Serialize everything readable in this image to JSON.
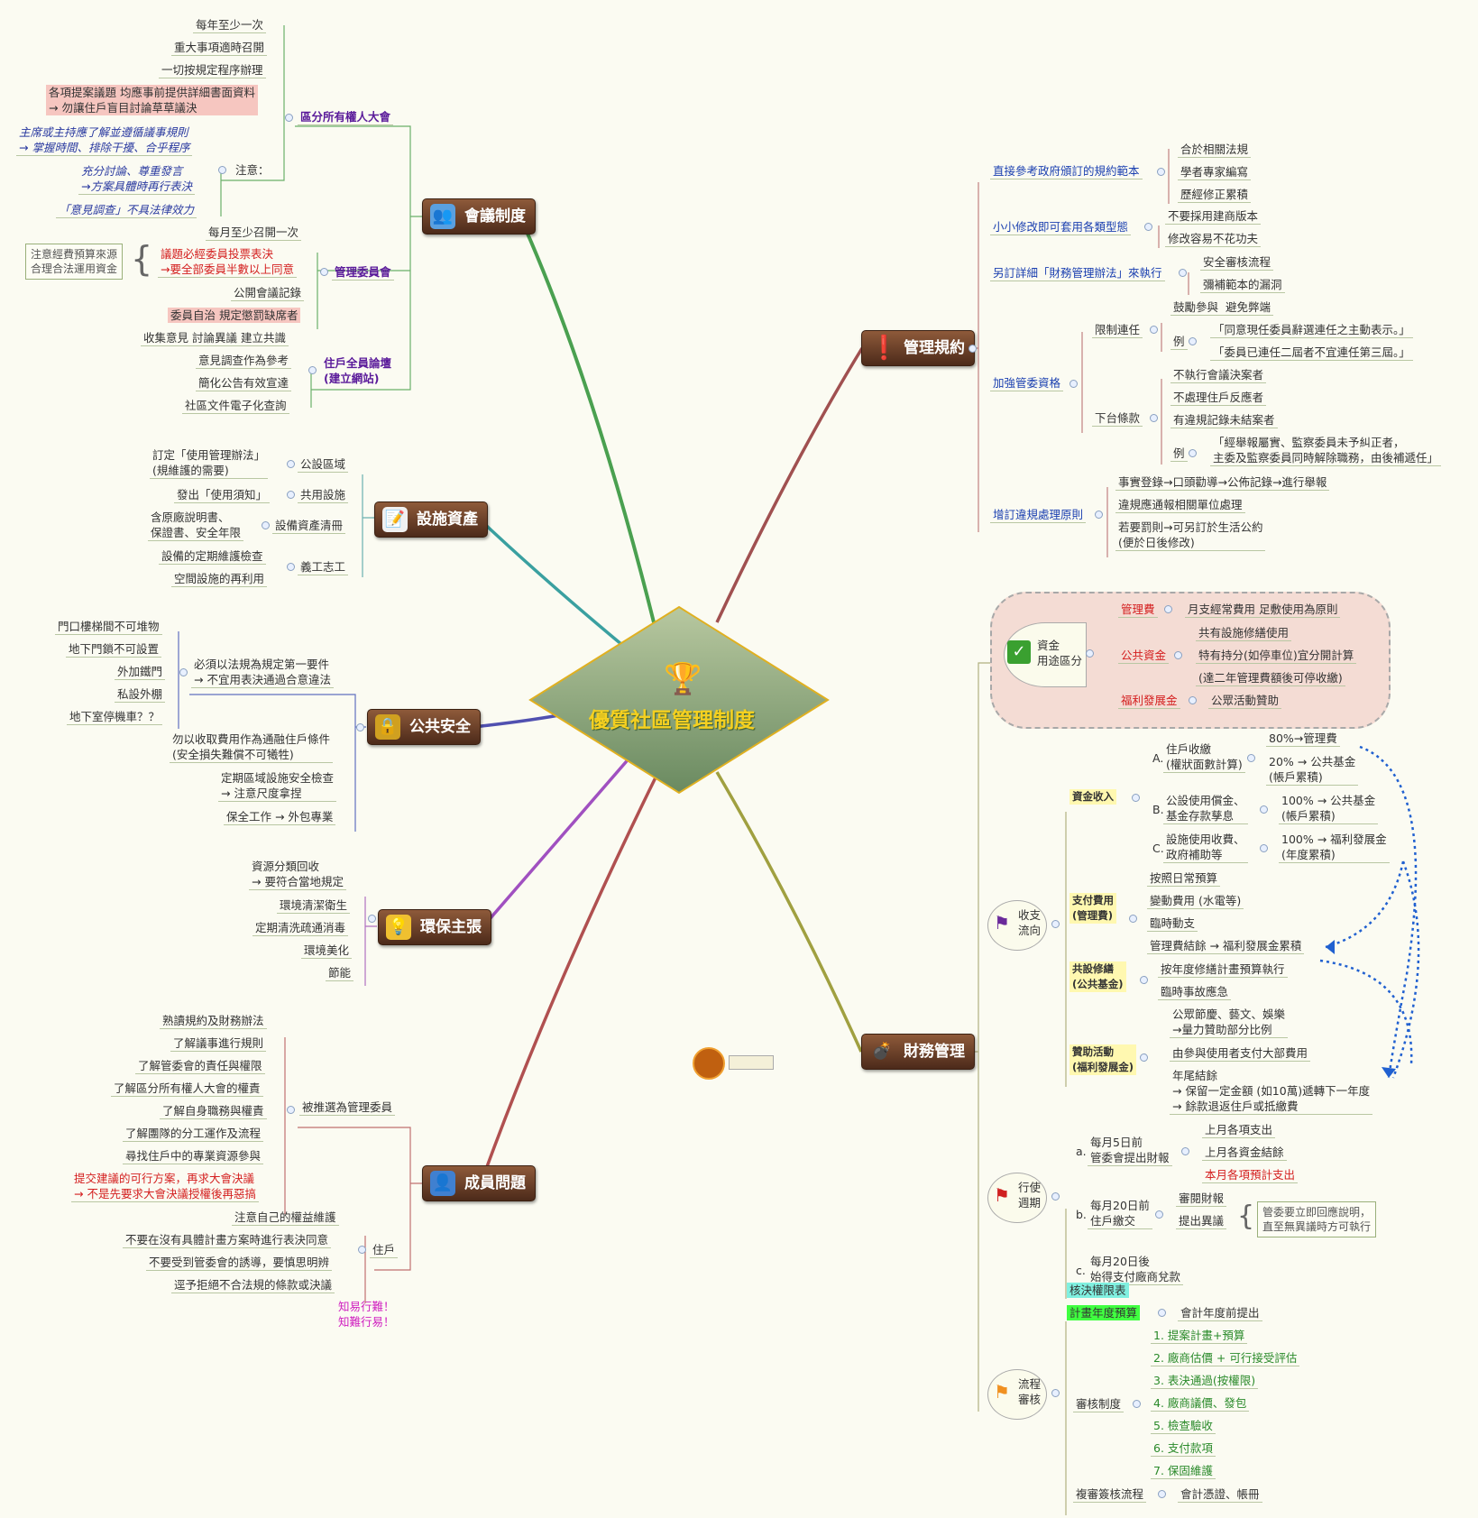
{
  "center": {
    "title": "優質社區管理制度"
  },
  "topics": {
    "meeting": "會議制度",
    "facility": "設施資產",
    "safety": "公共安全",
    "eco": "環保主張",
    "member": "成員問題",
    "rules": "管理規約",
    "finance": "財務管理"
  },
  "meeting": {
    "assembly": "區分所有權人大會",
    "a1": "每年至少一次",
    "a2": "重大事項適時召開",
    "a3": "一切按規定程序辦理",
    "a4": "各項提案議題 均應事前提供詳細書面資料\n→ 勿讓住戶盲目討論草草議決",
    "note": "注意：",
    "n1": "主席或主持應了解並遵循議事規則\n→ 掌握時間、排除干擾、合乎程序",
    "n2": "充分討論、尊重發言\n→方案具體時再行表決",
    "n3": "「意見調查」不具法律效力",
    "committee": "管理委員會",
    "c1": "每月至少召開一次",
    "c2": "議題必經委員投票表決\n→要全部委員半數以上同意",
    "c3": "公開會議記錄",
    "c4": "委員自治 規定懲罰缺席者",
    "budgetnote": "注意經費預算來源\n合理合法運用資金",
    "forum": "住戶全員論壇\n(建立網站)",
    "f1": "收集意見 討論異議 建立共識",
    "f2": "意見調查作為參考",
    "f3": "簡化公告有效宣達",
    "f4": "社區文件電子化查詢"
  },
  "facility": {
    "p1": "公設區域",
    "p1a": "訂定「使用管理辦法」\n(規維護的需要)",
    "p2": "共用設施",
    "p2a": "發出「使用須知」",
    "p3": "設備資產清冊",
    "p3a": "含原廠說明書、\n保證書、安全年限",
    "p4": "義工志工",
    "p4a": "設備的定期維護檢查",
    "p4b": "空間設施的再利用"
  },
  "safety": {
    "law": "必須以法規為規定第一要件\n→ 不宜用表決通過合意違法",
    "l1": "門口樓梯間不可堆物",
    "l2": "地下門鎖不可設置",
    "l3": "外加鐵門",
    "l4": "私設外棚",
    "l5": "地下室停機車？？",
    "s2": "勿以收取費用作為通融住戶條件\n(安全損失難償不可犧牲)",
    "s3": "定期區域設施安全檢查\n→ 注意尺度拿捏",
    "s4": "保全工作 → 外包專業"
  },
  "eco": {
    "e1": "資源分類回收\n→ 要符合當地規定",
    "e2": "環境清潔衛生",
    "e3": "定期清洗疏通消毒",
    "e4": "環境美化",
    "e5": "節能"
  },
  "member": {
    "elected": "被推選為管理委員",
    "m1": "熟讀規約及財務辦法",
    "m2": "了解議事進行規則",
    "m3": "了解管委會的責任與權限",
    "m4": "了解區分所有權人大會的權責",
    "m5": "了解自身職務與權責",
    "m6": "了解團隊的分工運作及流程",
    "m7": "尋找住戶中的專業資源參與",
    "m8": "提交建議的可行方案，再求大會決議\n→ 不是先要求大會決議授權後再惡搞",
    "resident": "住戶",
    "r1": "注意自己的權益維護",
    "r2": "不要在沒有具體計畫方案時進行表決同意",
    "r3": "不要受到管委會的誘導，要慎思明辨",
    "r4": "逕予拒絕不合法規的條款或決議",
    "motto": "知易行難！\n知難行易！"
  },
  "rules": {
    "ref": "直接參考政府頒訂的規約範本",
    "ref1": "合於相關法規",
    "ref2": "學者專家編寫",
    "ref3": "歷經修正累積",
    "mod": "小小修改即可套用各類型態",
    "mod1": "不要採用建商版本",
    "mod2": "修改容易不花功夫",
    "fin": "另訂詳細「財務管理辦法」來執行",
    "fin1": "安全審核流程",
    "fin2": "彌補範本的漏洞",
    "qual": "加強管委資格",
    "limit": "限制連任",
    "lim1": "鼓勵參與  避免弊端",
    "eg": "例",
    "lim2": "「同意現任委員辭選連任之主動表示。」",
    "lim3": "「委員已連任二屆者不宜連任第三屆。」",
    "down": "下台條款",
    "d1": "不執行會議決案者",
    "d2": "不處理住戶反應者",
    "d3": "有違規記錄未結案者",
    "d4": "「經舉報屬實、監察委員未予糾正者，\n主委及監察委員同時解除職務，由後補遞任」",
    "viol": "增訂違規處理原則",
    "v1": "事實登錄→口頭勸導→公佈記錄→進行舉報",
    "v2": "違規應通報相關單位處理",
    "v3": "若要罰則→可另訂於生活公約\n(便於日後修改)"
  },
  "finance": {
    "fund": "資金\n用途區分",
    "fee": "管理費",
    "fee1": "月支經常費用 足敷使用為原則",
    "pub": "公共資金",
    "pub1": "共有設施修繕使用",
    "pub2": "特有持分(如停車位)宜分開計算",
    "pub3": "(達二年管理費額後可停收繳)",
    "wel": "福利發展金",
    "wel1": "公眾活動贊助",
    "flow": "收支\n流向",
    "income": "資金收入",
    "iA": "A.",
    "iA1": "住戶收繳\n(權狀面數計算)",
    "iA2": "80%→管理費",
    "iA3": "20% → 公共基金\n(帳戶累積)",
    "iB": "B.",
    "iB1": "公設使用償金、\n基金存款孳息",
    "iB2": "100% → 公共基金\n(帳戶累積)",
    "iC": "C.",
    "iC1": "設施使用收費、\n政府補助等",
    "iC2": "100% → 福利發展金\n(年度累積)",
    "pay": "支付費用\n(管理費)",
    "pay1": "按照日常預算",
    "pay2": "變動費用 (水電等)",
    "pay3": "臨時動支",
    "pay4": "管理費結餘 → 福利發展金累積",
    "rep": "共設修繕\n(公共基金)",
    "rep1": "按年度修繕計畫預算執行",
    "rep2": "臨時事故應急",
    "spon": "贊助活動\n(福利發展金)",
    "sp1": "公眾節慶、藝文、娛樂\n→量力贊助部分比例",
    "sp2": "由參與使用者支付大部費用",
    "sp3": "年尾結餘\n→ 保留一定金額 (如10萬)遞轉下一年度\n→ 餘款退返住戶或抵繳費",
    "cycle": "行使\n週期",
    "ca": "a.",
    "ca1": "每月5日前\n管委會提出財報",
    "ca2": "上月各項支出",
    "ca3": "上月各資金結餘",
    "ca4": "本月各項預計支出",
    "cb": "b.",
    "cb1": "每月20日前\n住戶繳交",
    "cb2": "審閱財報",
    "cb3": "提出異議",
    "cb4": "管委要立即回應說明，\n直至無異議時方可執行",
    "cc": "c.",
    "cc1": "每月20日後\n始得支付廠商兌款",
    "proc": "流程\n審核",
    "auth": "核決權限表",
    "plan": "計畫年度預算",
    "plan1": "會計年度前提出",
    "audit": "審核制度",
    "s1": "1. 提案計畫+預算",
    "s2": "2. 廠商估價 + 可行接受評估",
    "s3": "3. 表決通過(按權限)",
    "s4": "4. 廠商議價、發包",
    "s5": "5. 檢查驗收",
    "s6": "6. 支付款項",
    "s7": "7. 保固維護",
    "recheck": "複審簽核流程",
    "recheck1": "會計憑證、帳冊"
  }
}
